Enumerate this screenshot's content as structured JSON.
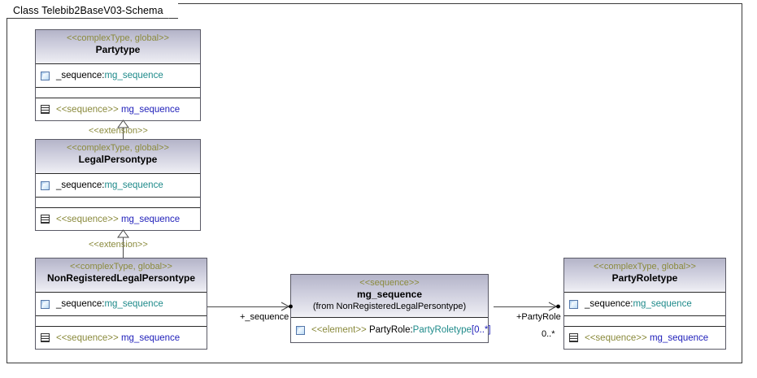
{
  "window": {
    "title_tab": "Class Telebib2BaseV03-Schema"
  },
  "classes": [
    {
      "id": "partytype",
      "stereotype": "<<complexType, global>>",
      "name": "Partytype",
      "attribute_icon": "element-icon",
      "attribute_text_name": "_sequence:",
      "attribute_text_type": "mg_sequence",
      "operation_icon": "sequence-icon",
      "operation_stereo": "<<sequence>>",
      "operation_name": "mg_sequence"
    },
    {
      "id": "legalpersontype",
      "stereotype": "<<complexType, global>>",
      "name": "LegalPersontype",
      "attribute_icon": "element-icon",
      "attribute_text_name": "_sequence:",
      "attribute_text_type": "mg_sequence",
      "operation_icon": "sequence-icon",
      "operation_stereo": "<<sequence>>",
      "operation_name": "mg_sequence"
    },
    {
      "id": "nonregisteredlegalpersontype",
      "stereotype": "<<complexType, global>>",
      "name": "NonRegisteredLegalPersontype",
      "attribute_icon": "element-icon",
      "attribute_text_name": "_sequence:",
      "attribute_text_type": "mg_sequence",
      "operation_icon": "sequence-icon",
      "operation_stereo": "<<sequence>>",
      "operation_name": "mg_sequence"
    },
    {
      "id": "mg_sequence",
      "stereotype": "<<sequence>>",
      "name": "mg_sequence",
      "from_note": "(from NonRegisteredLegalPersontype)",
      "attribute_icon": "element-icon",
      "member_stereo": "<<element>>",
      "member_name": "PartyRole:",
      "member_type": "PartyRoletype",
      "member_mult": "[0..*]"
    },
    {
      "id": "partyroletype",
      "stereotype": "<<complexType, global>>",
      "name": "PartyRoletype",
      "attribute_icon": "element-icon",
      "attribute_text_name": "_sequence:",
      "attribute_text_type": "mg_sequence",
      "operation_icon": "sequence-icon",
      "operation_stereo": "<<sequence>>",
      "operation_name": "mg_sequence"
    }
  ],
  "connectors": {
    "extension_1": "<<extension>>",
    "extension_2": "<<extension>>",
    "assoc_sequence_role": "+_sequence",
    "assoc_partyrole_role": "+PartyRole",
    "assoc_partyrole_mult": "0..*"
  },
  "colors": {
    "header_top": "#b4b4c8",
    "header_bottom": "#f2f2f7",
    "stereotype_text": "#8a8a3c",
    "type_teal": "#1e8a8a",
    "type_blue": "#2222bb",
    "border": "#5a5a66"
  }
}
